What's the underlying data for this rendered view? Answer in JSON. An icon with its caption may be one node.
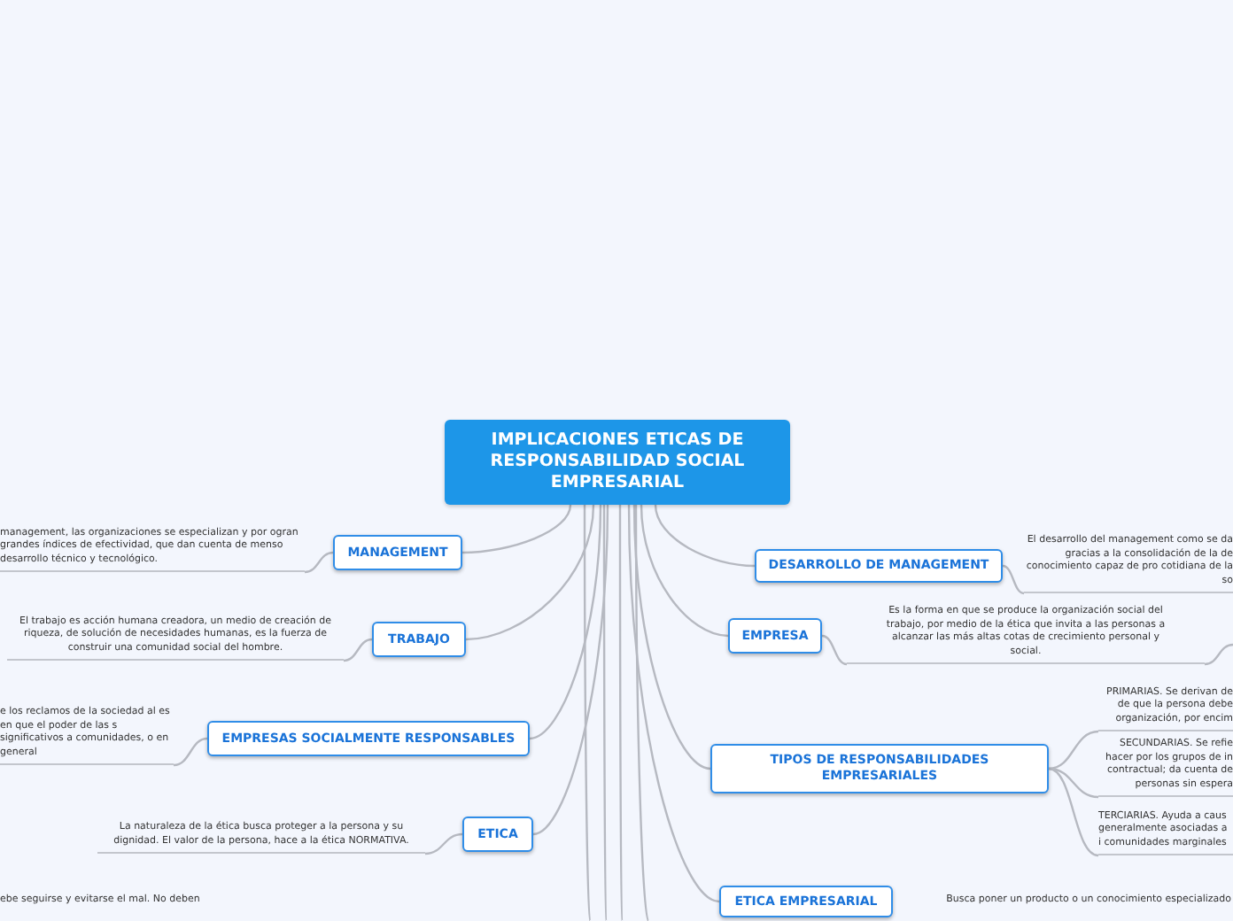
{
  "diagram": {
    "nodes": [
      {
        "text": [
          "IMPLICACIONES ETICAS DE RESPONSABILIDAD SOCIAL EMPRESARIAL"
        ]
      },
      {
        "text": [
          "MANAGEMENT"
        ]
      },
      {
        "text": [
          "management, las organizaciones se especializan y por ogran grandes índices de efectividad, que dan cuenta de menso desarrollo técnico y tecnológico."
        ]
      },
      {
        "text": [
          "TRABAJO"
        ]
      },
      {
        "text": [
          "El trabajo es acción humana creadora, un medio de creación de riqueza, de solución de necesidades humanas, es la fuerza de construir una comunidad social del hombre."
        ]
      },
      {
        "text": [
          "EMPRESAS SOCIALMENTE RESPONSABLES"
        ]
      },
      {
        "text": [
          "e los reclamos de la sociedad al es en que el poder de las s significativos a comunidades, o en general"
        ]
      },
      {
        "text": [
          "ETICA"
        ]
      },
      {
        "text": [
          "La naturaleza de la ética busca proteger a la persona y su dignidad. El valor de la persona, hace a la ética NORMATIVA."
        ]
      },
      {
        "text": [
          "DESARROLLO DE MANAGEMENT"
        ]
      },
      {
        "text": [
          "El desarrollo del management como se da gracias a la consolidación de la de conocimiento capaz de pro cotidiana de la so"
        ]
      },
      {
        "text": [
          "EMPRESA"
        ]
      },
      {
        "text": [
          "Es la forma en que se produce la organización social del trabajo, por medio de la ética que invita a las personas a alcanzar las más altas cotas de crecimiento personal y social."
        ]
      },
      {
        "text": [
          "TIPOS DE RESPONSABILIDADES EMPRESARIALES"
        ]
      },
      {
        "text": [
          "PRIMARIAS. Se derivan de de que la persona debe organización, por encim"
        ]
      },
      {
        "text": [
          "SECUNDARIAS. Se refie hacer por los grupos de in contractual; da cuenta de personas sin espera"
        ]
      },
      {
        "text": [
          "TERCIARIAS. Ayuda a caus generalmente asociadas a i comunidades marginales"
        ]
      },
      {
        "text": [
          "ETICA EMPRESARIAL"
        ]
      }
    ],
    "edges": [
      {
        "from": 0,
        "to": 1,
        "arrow": "none"
      },
      {
        "from": 0,
        "to": 3,
        "arrow": "none"
      },
      {
        "from": 0,
        "to": 5,
        "arrow": "none"
      },
      {
        "from": 0,
        "to": 7,
        "arrow": "none"
      },
      {
        "from": 0,
        "to": 9,
        "arrow": "none"
      },
      {
        "from": 0,
        "to": 11,
        "arrow": "none"
      },
      {
        "from": 0,
        "to": 13,
        "arrow": "none"
      },
      {
        "from": 0,
        "to": 17,
        "arrow": "none"
      },
      {
        "from": 1,
        "to": 2,
        "arrow": "none"
      },
      {
        "from": 3,
        "to": 4,
        "arrow": "none"
      },
      {
        "from": 5,
        "to": 6,
        "arrow": "none"
      },
      {
        "from": 7,
        "to": 8,
        "arrow": "none"
      },
      {
        "from": 9,
        "to": 10,
        "arrow": "none"
      },
      {
        "from": 11,
        "to": 12,
        "arrow": "none"
      },
      {
        "from": 13,
        "to": 14,
        "arrow": "none"
      },
      {
        "from": 13,
        "to": 15,
        "arrow": "none"
      },
      {
        "from": 13,
        "to": 16,
        "arrow": "none"
      },
      {
        "from": 12,
        "to": null,
        "arrow": "none"
      },
      {
        "from": 0,
        "to": null,
        "arrow": "none"
      },
      {
        "from": 0,
        "to": null,
        "arrow": "none"
      },
      {
        "from": 0,
        "to": null,
        "arrow": "none"
      },
      {
        "from": 0,
        "to": null,
        "arrow": "none"
      }
    ],
    "labels": [
      "ebe seguirse y evitarse el mal. No deben",
      "Busca poner un producto o un conocimiento especializado"
    ]
  }
}
